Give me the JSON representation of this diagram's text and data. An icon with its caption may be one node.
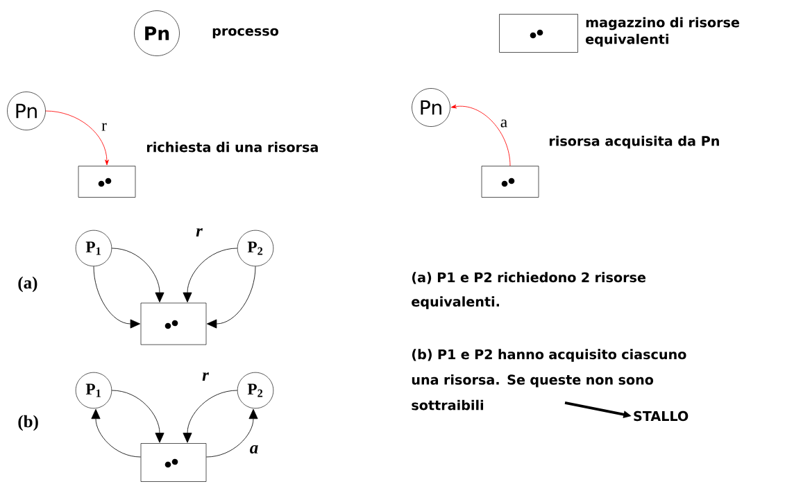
{
  "diagram": {
    "nodes": [
      {
        "text": [
          "Pn"
        ],
        "beside": [
          "processo"
        ]
      },
      {
        "text": [],
        "shape": "box",
        "beside": [
          "magazzino di risorse equivalenti"
        ]
      },
      {
        "text": [
          "Pn"
        ]
      },
      {
        "text": [],
        "shape": "box"
      },
      {
        "text": [
          "Pn"
        ]
      },
      {
        "text": [],
        "shape": "box"
      },
      {
        "text": [
          "P$_{1}$"
        ]
      },
      {
        "text": [
          "P$_{2}$"
        ]
      },
      {
        "text": [],
        "shape": "box"
      },
      {
        "text": [
          "P$_{1}$"
        ]
      },
      {
        "text": [
          "P$_{2}$"
        ]
      },
      {
        "text": [],
        "shape": "box"
      },
      {
        "text": [
          "(b) P1 e P2 hanno acquisito ciascuno una risorsa. Se queste non sono sottraibili"
        ]
      },
      {
        "text": [
          "STALLO"
        ]
      }
    ],
    "edges": [
      {
        "from": 2,
        "to": 3,
        "arrow": "to",
        "label": "r",
        "color": "#ff0000"
      },
      {
        "from": 5,
        "to": 4,
        "arrow": "to",
        "label": "a",
        "color": "#ff0000"
      },
      {
        "from": 6,
        "to": 8,
        "arrow": "to"
      },
      {
        "from": 6,
        "to": 8,
        "arrow": "to"
      },
      {
        "from": 7,
        "to": 8,
        "arrow": "to",
        "label": "r"
      },
      {
        "from": 7,
        "to": 8,
        "arrow": "to"
      },
      {
        "from": 11,
        "to": 9,
        "arrow": "to"
      },
      {
        "from": 9,
        "to": 11,
        "arrow": "to"
      },
      {
        "from": 10,
        "to": 11,
        "arrow": "to",
        "label": "r"
      },
      {
        "from": 11,
        "to": 10,
        "arrow": "to",
        "label": "a"
      },
      {
        "from": 12,
        "to": 13,
        "arrow": "to",
        "style": "thick"
      }
    ],
    "labels": [
      "richiesta di una risorsa",
      "risorsa acquisita da Pn",
      "(a)",
      "(b)",
      "(a) P1 e P2 richiedono 2 risorse equivalenti."
    ]
  }
}
